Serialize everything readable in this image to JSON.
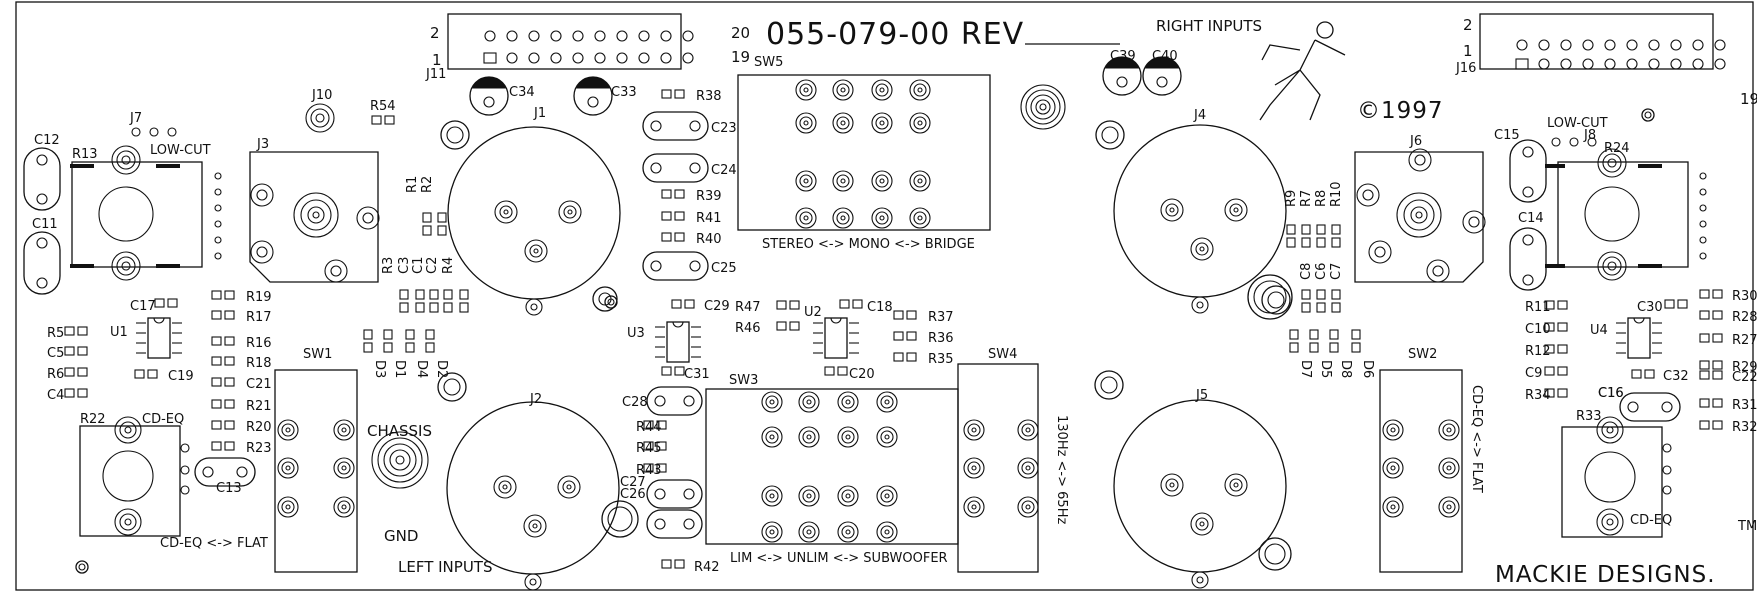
{
  "board": {
    "part_number": "055-079-00 REV",
    "copyright": "©1997",
    "brand": "MACKIE DESIGNS.",
    "trademark": "TM",
    "right_inputs": "RIGHT INPUTS",
    "left_inputs": "LEFT INPUTS",
    "chassis": "CHASSIS",
    "gnd": "GND"
  },
  "switch_labels": {
    "sw5": "STEREO <-> MONO <-> BRIDGE",
    "sw3": "LIM <-> UNLIM <-> SUBWOOFER",
    "sw4": "130Hz <-> 65Hz",
    "sw2": "CD-EQ <-> FLAT",
    "sw1": "CD-EQ <-> FLAT"
  },
  "knob_labels": {
    "lowcut_left": "LOW-CUT",
    "lowcut_right": "LOW-CUT",
    "cdeq_left": "CD-EQ",
    "cdeq_right": "CD-EQ"
  },
  "headers": {
    "j11": {
      "ref": "J11",
      "pin1": "1",
      "pin2": "2",
      "pin19": "19",
      "pin20": "20"
    },
    "j16": {
      "ref": "J16",
      "pin1": "1",
      "pin2": "2",
      "pin19": "19"
    }
  },
  "components": {
    "J1": "J1",
    "J2": "J2",
    "J3": "J3",
    "J4": "J4",
    "J5": "J5",
    "J6": "J6",
    "J7": "J7",
    "J8": "J8",
    "J10": "J10",
    "SW1": "SW1",
    "SW2": "SW2",
    "SW3": "SW3",
    "SW4": "SW4",
    "SW5": "SW5",
    "U1": "U1",
    "U2": "U2",
    "U3": "U3",
    "U4": "U4",
    "C11": "C11",
    "C12": "C12",
    "C13": "C13",
    "C14": "C14",
    "C15": "C15",
    "C16": "C16",
    "C17": "C17",
    "C18": "C18",
    "C19": "C19",
    "C20": "C20",
    "C21": "C21",
    "C22": "C22",
    "C23": "C23",
    "C24": "C24",
    "C25": "C25",
    "C26": "C26",
    "C27": "C27",
    "C28": "C28",
    "C29": "C29",
    "C30": "C30",
    "C31": "C31",
    "C32": "C32",
    "C33": "C33",
    "C34": "C34",
    "C39": "C39",
    "C40": "C40",
    "C1": "C1",
    "C2": "C2",
    "C3": "C3",
    "C4": "C4",
    "C5": "C5",
    "C6": "C6",
    "C7": "C7",
    "C8": "C8",
    "C9": "C9",
    "C10": "C10",
    "R1": "R1",
    "R2": "R2",
    "R3": "R3",
    "R4": "R4",
    "R5": "R5",
    "R6": "R6",
    "R7": "R7",
    "R8": "R8",
    "R9": "R9",
    "R10": "R10",
    "R11": "R11",
    "R12": "R12",
    "R13": "R13",
    "R16": "R16",
    "R17": "R17",
    "R18": "R18",
    "R19": "R19",
    "R20": "R20",
    "R21": "R21",
    "R22": "R22",
    "R23": "R23",
    "R24": "R24",
    "R27": "R27",
    "R28": "R28",
    "R29": "R29",
    "R30": "R30",
    "R31": "R31",
    "R32": "R32",
    "R33": "R33",
    "R34": "R34",
    "R35": "R35",
    "R36": "R36",
    "R37": "R37",
    "R38": "R38",
    "R39": "R39",
    "R40": "R40",
    "R41": "R41",
    "R42": "R42",
    "R43": "R43",
    "R44": "R44",
    "R45": "R45",
    "R46": "R46",
    "R47": "R47",
    "R54": "R54",
    "D1": "D1",
    "D2": "D2",
    "D3": "D3",
    "D4": "D4",
    "D5": "D5",
    "D6": "D6",
    "D7": "D7",
    "D8": "D8"
  }
}
